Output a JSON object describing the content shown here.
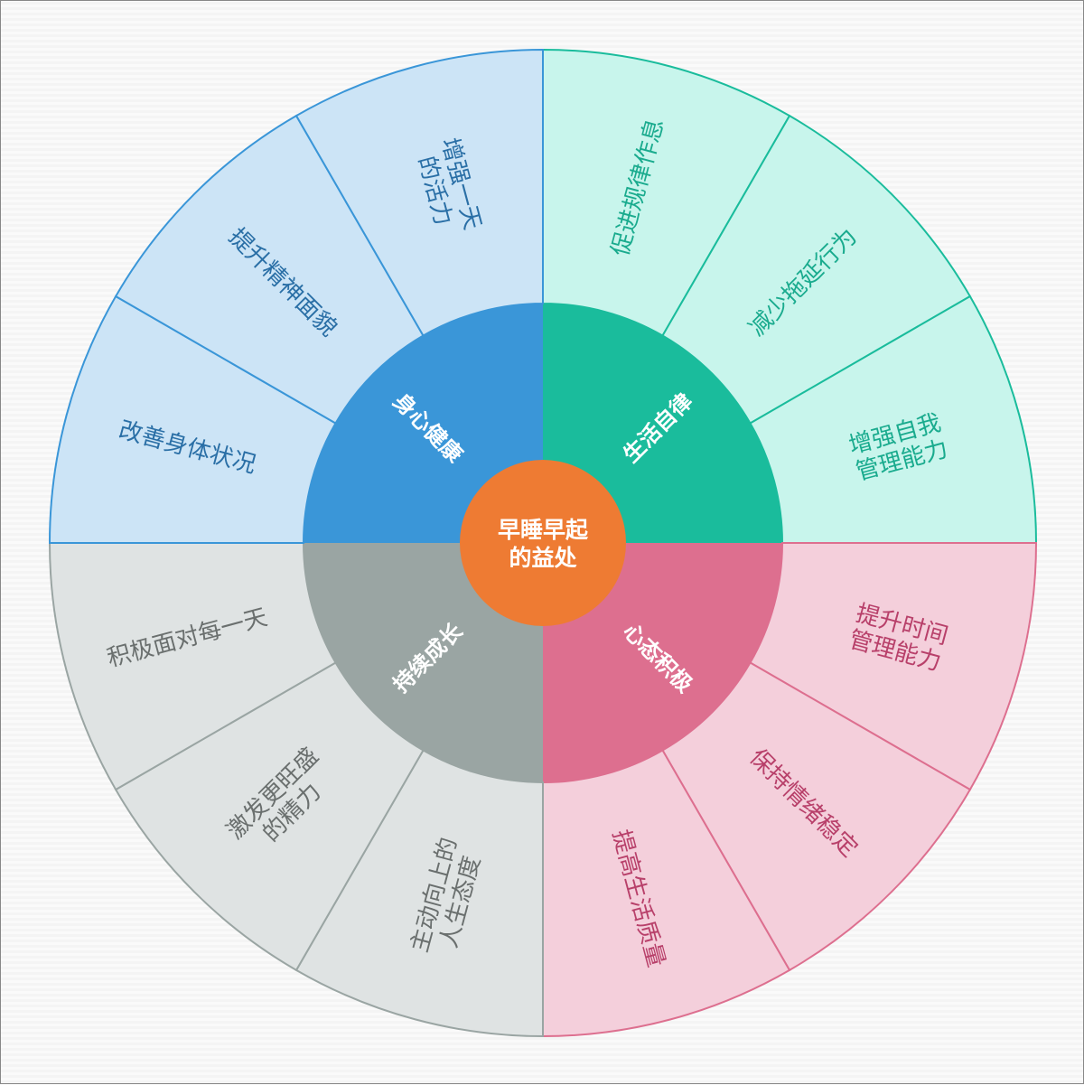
{
  "center": {
    "lines": [
      "早睡早起",
      "的益处"
    ],
    "color": "#ee7b33"
  },
  "categories": [
    {
      "name": "生活自律",
      "fill": "#1abc9c",
      "light": "#c8f5ec",
      "text": "#1aab8e",
      "items": [
        {
          "lines": [
            "促进规律作息"
          ]
        },
        {
          "lines": [
            "减少拖延行为"
          ]
        },
        {
          "lines": [
            "增强自我",
            "管理能力"
          ]
        }
      ]
    },
    {
      "name": "心态积极",
      "fill": "#dd6f8f",
      "light": "#f4cfdb",
      "text": "#b8406a",
      "items": [
        {
          "lines": [
            "提升时间",
            "管理能力"
          ]
        },
        {
          "lines": [
            "保持情绪稳定"
          ]
        },
        {
          "lines": [
            "提高生活质量"
          ]
        }
      ]
    },
    {
      "name": "持续成长",
      "fill": "#9aa5a3",
      "light": "#dfe3e3",
      "text": "#6a6f6e",
      "items": [
        {
          "lines": [
            "主动向上的",
            "人生态度"
          ]
        },
        {
          "lines": [
            "激发更旺盛",
            "的精力"
          ]
        },
        {
          "lines": [
            "积极面对每一天"
          ]
        }
      ]
    },
    {
      "name": "身心健康",
      "fill": "#3a96d8",
      "light": "#cce4f6",
      "text": "#2a6fa6",
      "items": [
        {
          "lines": [
            "改善身体状况"
          ]
        },
        {
          "lines": [
            "提升精神面貌"
          ]
        },
        {
          "lines": [
            "增强一天",
            "的活力"
          ]
        }
      ]
    }
  ]
}
